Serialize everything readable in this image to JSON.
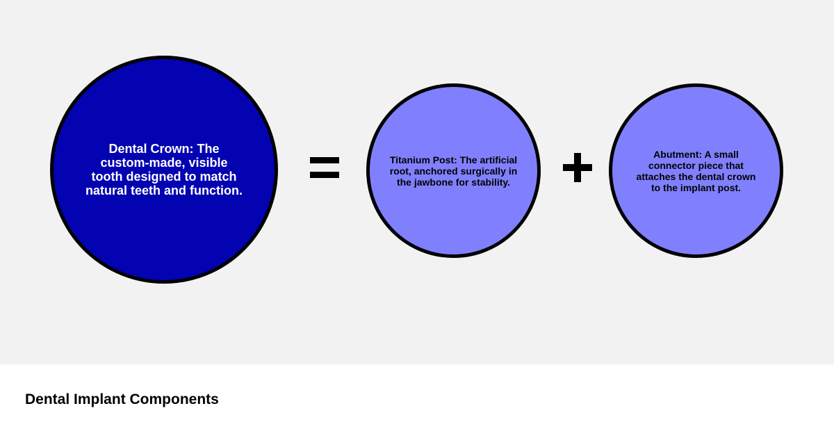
{
  "colors": {
    "background": "#f2f2f2",
    "footer_background": "#ffffff",
    "crown_fill": "#0303b1",
    "component_fill": "#8080fe",
    "outline": "#000000"
  },
  "diagram": {
    "crown": {
      "text": "Dental Crown: The custom-made, visible tooth designed to match natural teeth and function."
    },
    "post": {
      "text": "Titanium Post: The artificial root, anchored surgically in the jawbone for stability."
    },
    "abutment": {
      "text": "Abutment: A small connector piece that attaches the dental crown to the implant post."
    },
    "operators": {
      "equals": "equals-icon",
      "plus": "plus-icon"
    }
  },
  "footer": {
    "title": "Dental Implant Components"
  }
}
